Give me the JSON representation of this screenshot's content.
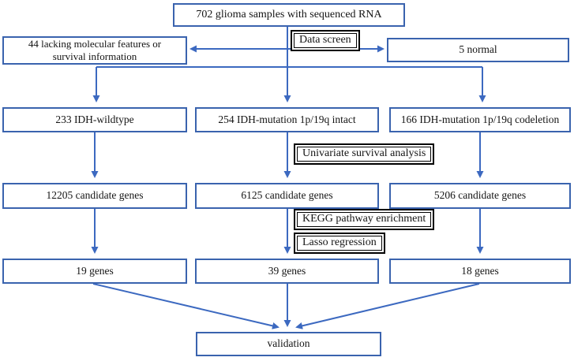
{
  "figure": {
    "colors": {
      "box_border": "#3a63ae",
      "arrow": "#3c69c0",
      "process_border": "#000000",
      "background": "#ffffff"
    }
  },
  "nodes": {
    "samples_total": {
      "label": "702 glioma samples with sequenced RNA"
    },
    "excluded_missing": {
      "label": "44 lacking molecular features or survival information"
    },
    "excluded_normal": {
      "label": "5 normal"
    },
    "idh_wildtype": {
      "label": "233 IDH-wildtype"
    },
    "idh_mutation_intact": {
      "label": "254 IDH-mutation 1p/19q intact"
    },
    "idh_mutation_codeletion": {
      "label": "166 IDH-mutation 1p/19q codeletion"
    },
    "candidates_wildtype": {
      "label": "12205 candidate genes"
    },
    "candidates_intact": {
      "label": "6125 candidate genes"
    },
    "candidates_codeletion": {
      "label": "5206 candidate genes"
    },
    "genes_wildtype": {
      "label": "19 genes"
    },
    "genes_intact": {
      "label": "39 genes"
    },
    "genes_codeletion": {
      "label": "18 genes"
    },
    "validation": {
      "label": "validation"
    }
  },
  "process_steps": {
    "data_screen": {
      "label": "Data screen"
    },
    "univariate": {
      "label": "Univariate survival analysis"
    },
    "kegg": {
      "label": "KEGG pathway enrichment"
    },
    "lasso": {
      "label": "Lasso regression"
    }
  }
}
